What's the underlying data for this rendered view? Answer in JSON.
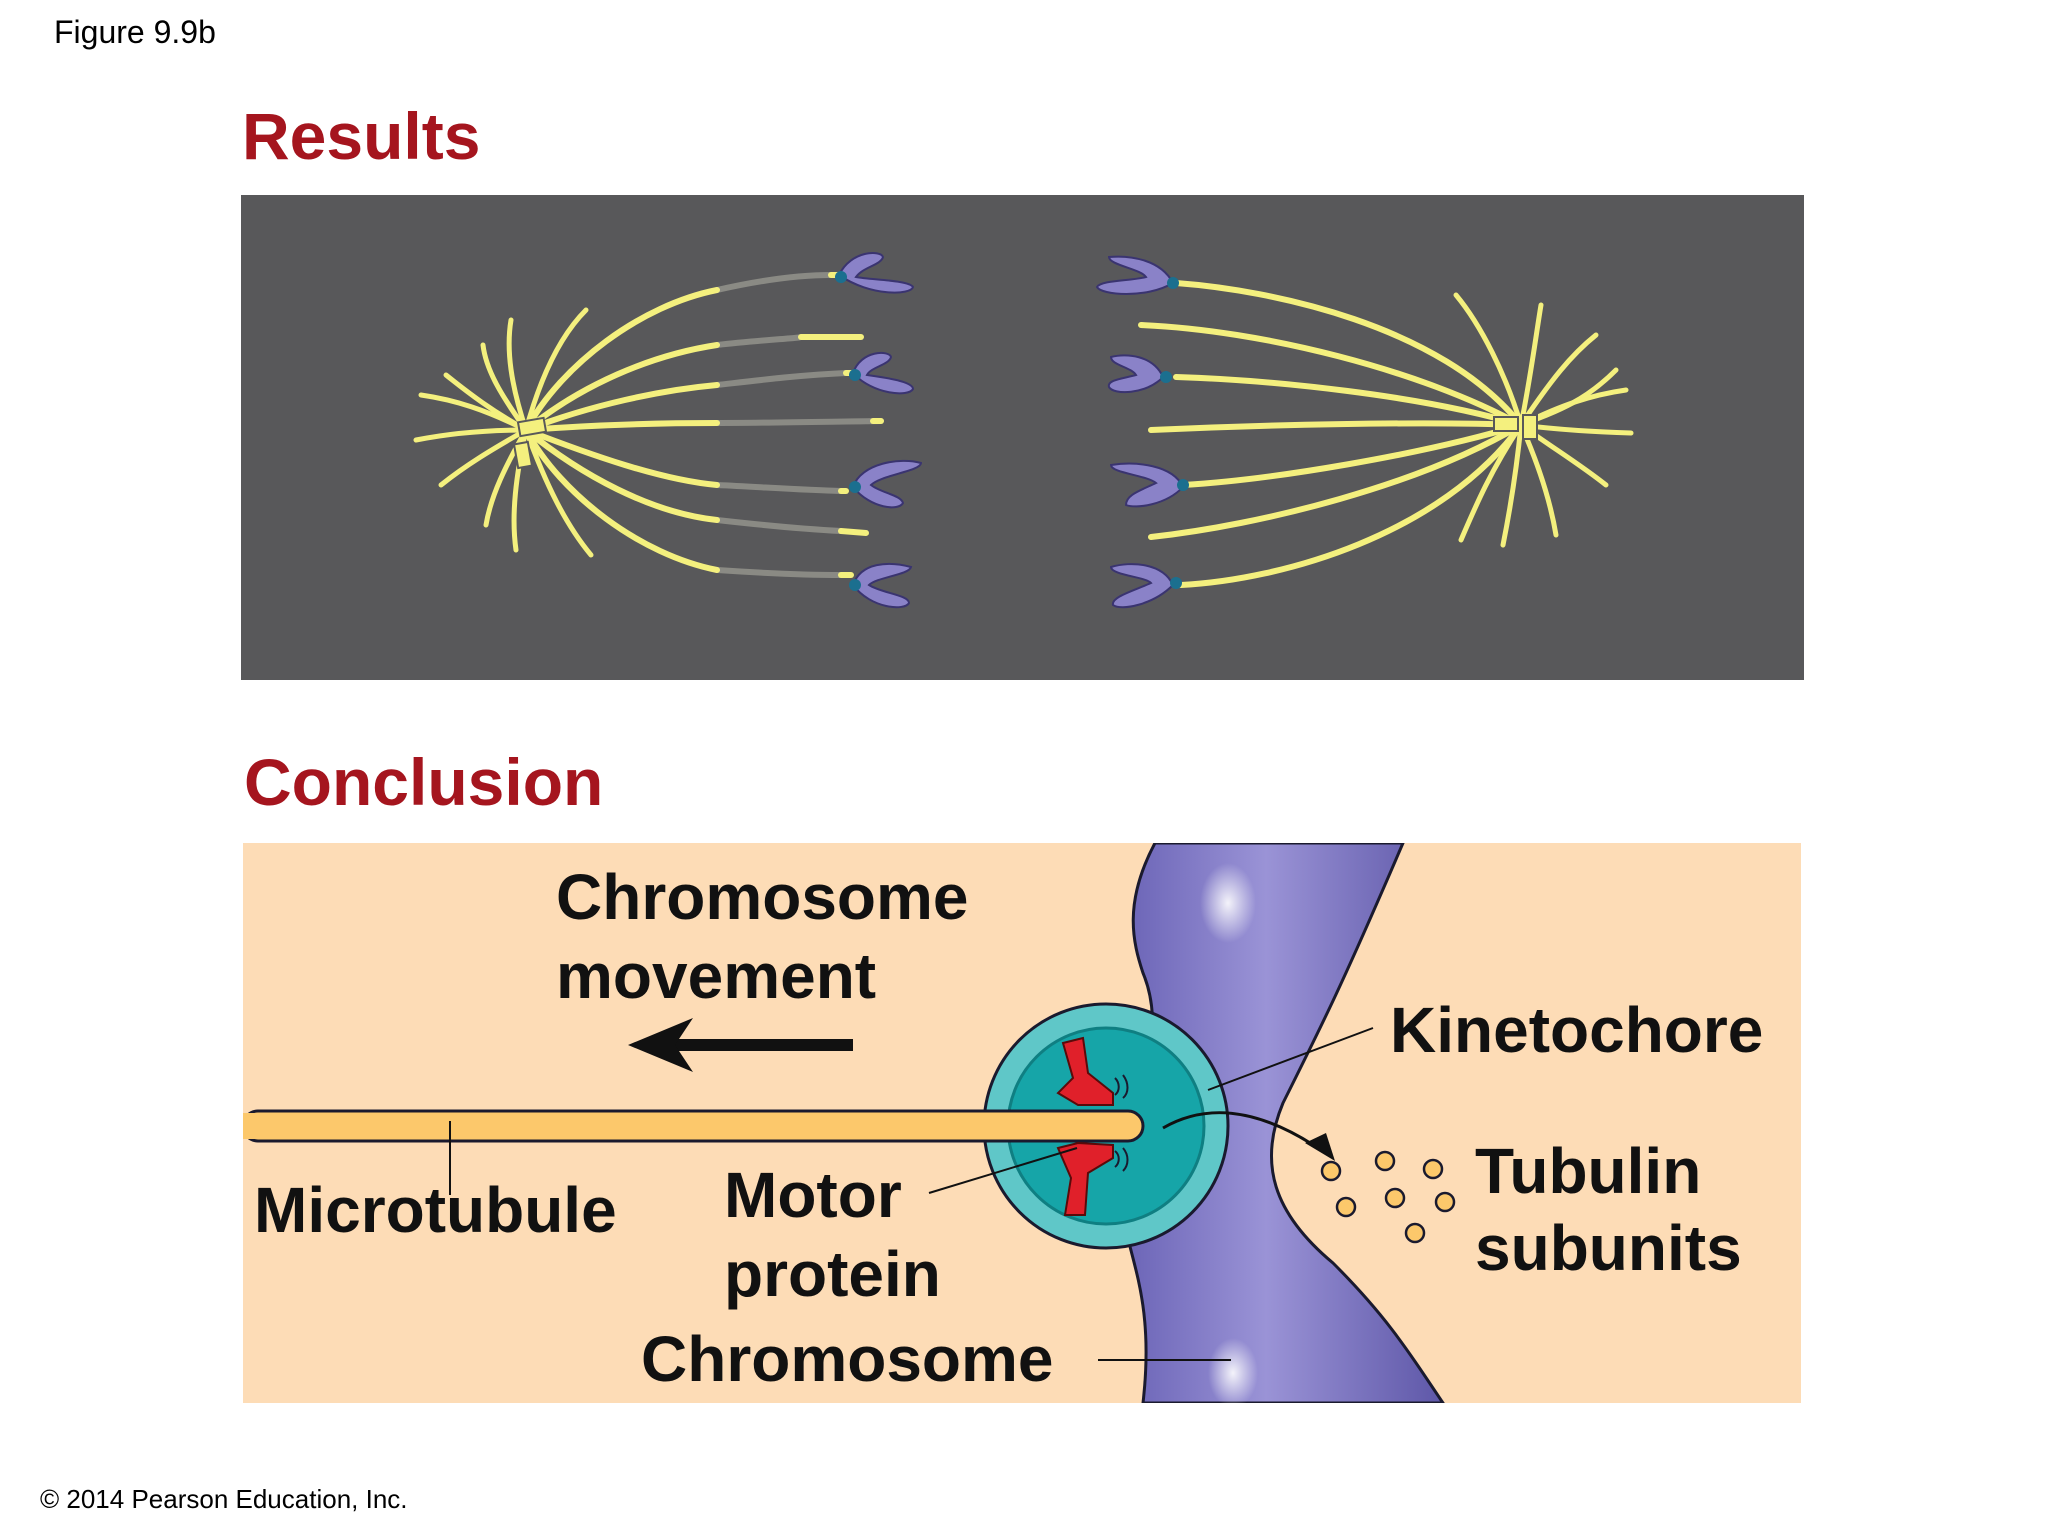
{
  "figure_label": "Figure 9.9b",
  "sections": {
    "results": {
      "title": "Results"
    },
    "conclusion": {
      "title": "Conclusion"
    }
  },
  "labels": {
    "movement_line1": "Chromosome",
    "movement_line2": "movement",
    "kinetochore": "Kinetochore",
    "tubulin_line1": "Tubulin",
    "tubulin_line2": "subunits",
    "microtubule": "Microtubule",
    "motor_line1": "Motor",
    "motor_line2": "protein",
    "chromosome": "Chromosome"
  },
  "colors": {
    "title_red": "#a5151e",
    "results_bg": "#58585a",
    "spindle_yellow": "#f4f07e",
    "chromosome_purple": "#8a82c8",
    "kinetochore_teal": "#1aa5a8",
    "conclusion_bg": "#fddcb6",
    "microtubule_orange": "#fcc86b",
    "motor_red": "#e0202a"
  },
  "copyright": "© 2014 Pearson Education, Inc."
}
